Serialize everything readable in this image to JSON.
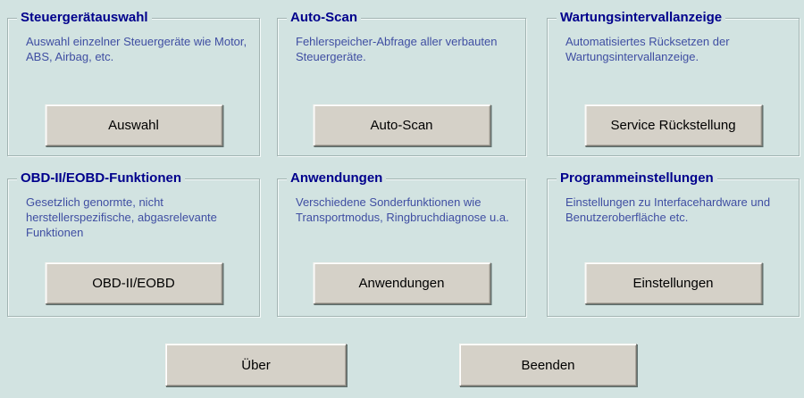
{
  "colors": {
    "window_background": "#d2e3e1",
    "group_title_text": "#00008c",
    "description_text": "#3f4ea2",
    "button_face": "#d5d1c8",
    "button_text": "#000000",
    "groupbox_border": "#a2b4b2"
  },
  "boxes": [
    {
      "title": "Steuergerätauswahl",
      "description": "Auswahl einzelner Steuergeräte wie Motor, ABS, Airbag, etc.",
      "button": "Auswahl"
    },
    {
      "title": "Auto-Scan",
      "description": "Fehlerspeicher-Abfrage aller verbauten Steuergeräte.",
      "button": "Auto-Scan"
    },
    {
      "title": "Wartungsintervallanzeige",
      "description": "Automatisiertes Rücksetzen der Wartungsintervallanzeige.",
      "button": "Service Rückstellung"
    },
    {
      "title": "OBD-II/EOBD-Funktionen",
      "description": "Gesetzlich genormte, nicht herstellerspezifische, abgasrelevante Funktionen",
      "button": "OBD-II/EOBD"
    },
    {
      "title": "Anwendungen",
      "description": "Verschiedene Sonderfunktionen wie Transportmodus, Ringbruchdiagnose u.a.",
      "button": "Anwendungen"
    },
    {
      "title": "Programmeinstellungen",
      "description": "Einstellungen zu Interfacehardware und Benutzeroberfläche etc.",
      "button": "Einstellungen"
    }
  ],
  "footer": {
    "about_button": "Über",
    "quit_button": "Beenden"
  }
}
